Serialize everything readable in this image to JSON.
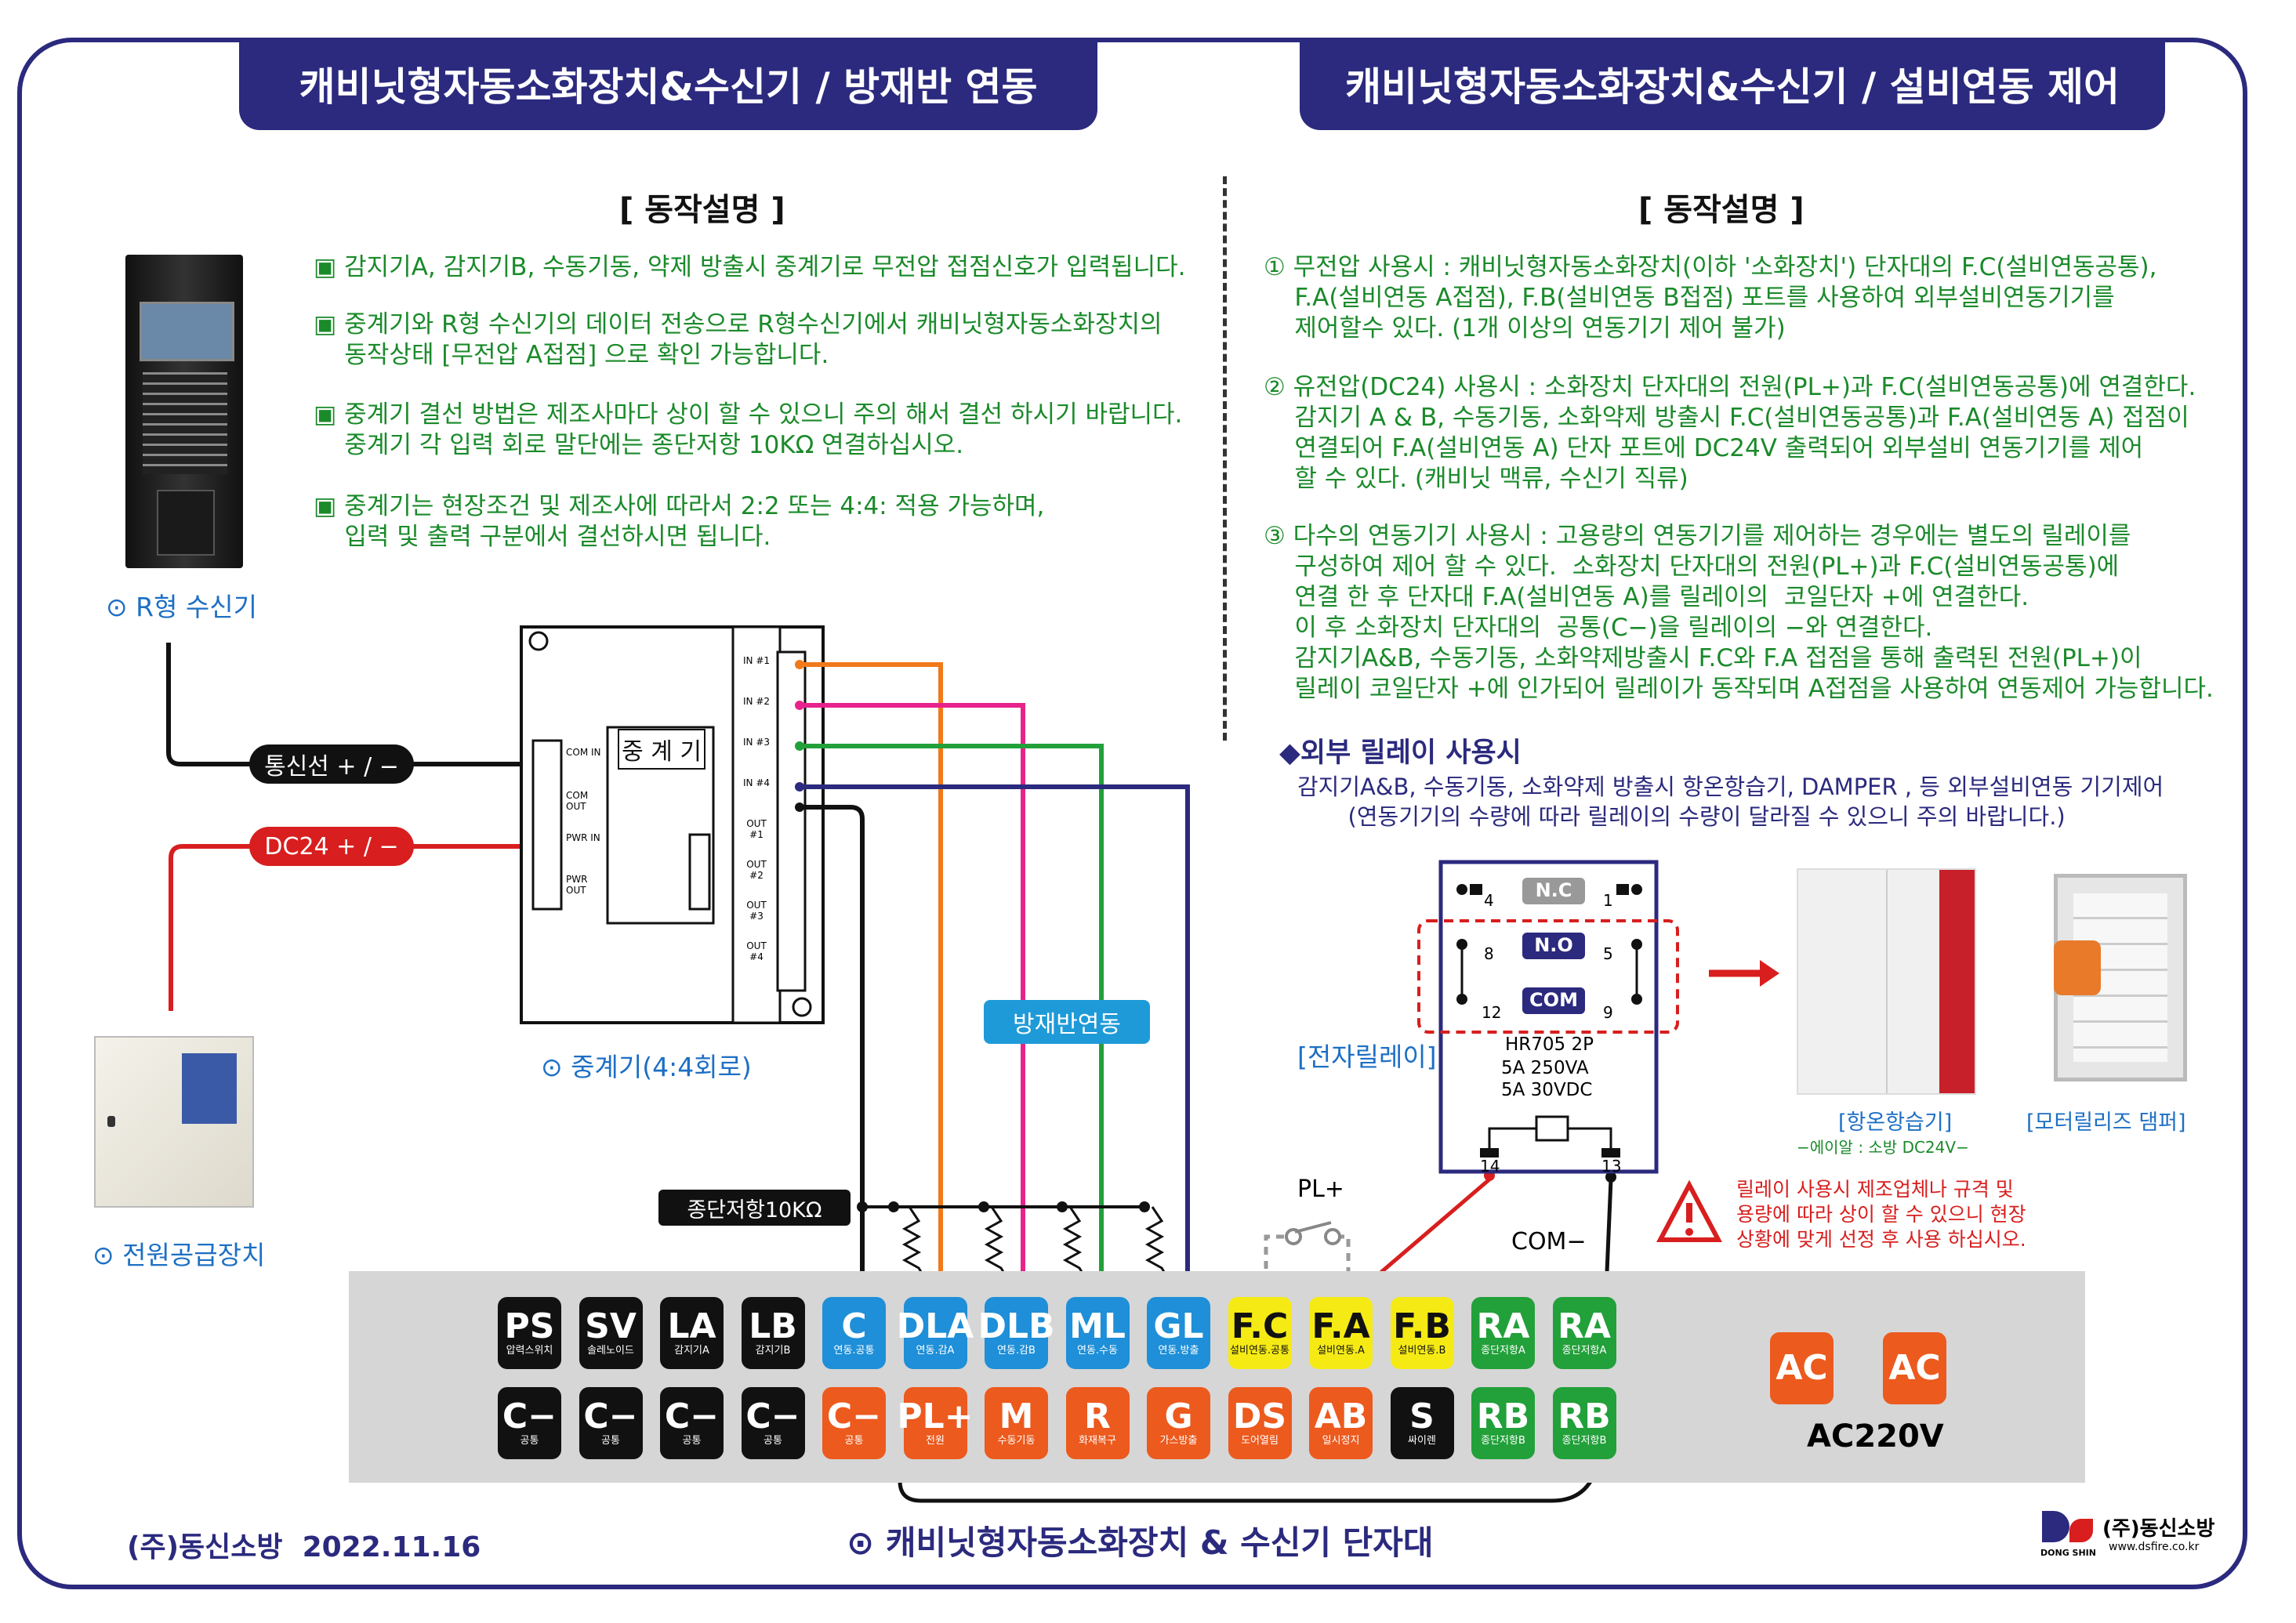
{
  "titles": {
    "left": "캐비닛형자동소화장치&수신기 / 방재반 연동",
    "right": "캐비닛형자동소화장치&수신기 / 설비연동 제어"
  },
  "left": {
    "heading": "[ 동작설명 ]",
    "notes": [
      "▣ 감지기A, 감지기B, 수동기동, 약제 방출시 중계기로 무전압 접점신호가 입력됩니다.",
      "▣ 중계기와 R형 수신기의 데이터 전송으로 R형수신기에서 캐비닛형자동소화장치의\n    동작상태 [무전압 A접점] 으로 확인 가능합니다.",
      "▣ 중계기 결선 방법은 제조사마다 상이 할 수 있으니 주의 해서 결선 하시기 바랍니다.\n    중계기 각 입력 회로 말단에는 종단저항 10KΩ 연결하십시오.",
      "▣ 중계기는 현장조건 및 제조사에 따라서 2:2 또는 4:4: 적용 가능하며,\n    입력 및 출력 구분에서 결선하시면 됩니다."
    ],
    "receiver_caption": "⊙ R형 수신기",
    "power_caption": "⊙ 전원공급장치",
    "relay_caption": "⊙ 중계기(4:4회로)",
    "comm_line": "통신선 + / −",
    "dc_line": "DC24 + / −",
    "repeater_label": "중 계 기",
    "repeater_ports_left": [
      "COM IN",
      "COM OUT",
      "PWR IN",
      "PWR OUT"
    ],
    "repeater_ports_right": [
      "IN #1",
      "IN #2",
      "IN #3",
      "IN #4",
      "OUT #1",
      "OUT #2",
      "OUT #3",
      "OUT #4"
    ],
    "panel_link": "방재반연동",
    "end_resistor": "종단저항10KΩ"
  },
  "right": {
    "heading": "[ 동작설명 ]",
    "notes": [
      "① 무전압 사용시 : 캐비닛형자동소화장치(이하 '소화장치') 단자대의 F.C(설비연동공통),\n    F.A(설비연동 A접점), F.B(설비연동 B접점) 포트를 사용하여 외부설비연동기기를\n    제어할수 있다. (1개 이상의 연동기기 제어 불가)",
      "② 유전압(DC24) 사용시 : 소화장치 단자대의 전원(PL+)과 F.C(설비연동공통)에 연결한다.\n    감지기 A & B, 수동기동, 소화약제 방출시 F.C(설비연동공통)과 F.A(설비연동 A) 접점이\n    연결되어 F.A(설비연동 A) 단자 포트에 DC24V 출력되어 외부설비 연동기기를 제어\n    할 수 있다. (캐비닛 맥류, 수신기 직류)",
      "③ 다수의 연동기기 사용시 : 고용량의 연동기기를 제어하는 경우에는 별도의 릴레이를\n    구성하여 제어 할 수 있다.  소화장치 단자대의 전원(PL+)과 F.C(설비연동공통)에\n    연결 한 후 단자대 F.A(설비연동 A)를 릴레이의  코일단자 +에 연결한다.\n    이 후 소화장치 단자대의  공통(C−)을 릴레이의 −와 연결한다.\n    감지기A&B, 수동기동, 소화약제방출시 F.C와 F.A 접점을 통해 출력된 전원(PL+)이\n    릴레이 코일단자 +에 인가되어 릴레이가 동작되며 A접점을 사용하여 연동제어 가능합니다."
    ],
    "ext_relay_title": "◆외부 릴레이 사용시",
    "ext_relay_desc": "감지기A&B, 수동기동, 소화약제 방출시 항온항습기, DAMPER , 등 외부설비연동 기기제어\n       (연동기기의 수량에 따라 릴레이의 수량이 달라질 수 있으니 주의 바랍니다.)",
    "relay_caption": "[전자릴레이]",
    "relay_contacts": {
      "nc": "N.C",
      "no": "N.O",
      "com": "COM"
    },
    "relay_pins": [
      "4",
      "1",
      "8",
      "5",
      "12",
      "9",
      "14",
      "13"
    ],
    "relay_model": "HR705 2P",
    "relay_rating1": "5A 250VA",
    "relay_rating2": "5A 30VDC",
    "pl_label": "PL+",
    "com_label": "COM−",
    "warning": "릴레이 사용시 제조업체나 규격 및\n용량에 따라 상이 할 수 있으니 현장\n상황에 맞게 선정 후 사용 하십시오.",
    "device1_caption": "[항온항습기]",
    "device1_sub": "−에이알 : 소방 DC24V−",
    "device2_caption": "[모터릴리즈 댐퍼]"
  },
  "terminal_row1": [
    {
      "key": "PS",
      "sub": "압력스위치",
      "color": "#111111"
    },
    {
      "key": "SV",
      "sub": "솔레노이드",
      "color": "#111111"
    },
    {
      "key": "LA",
      "sub": "감지기A",
      "color": "#111111"
    },
    {
      "key": "LB",
      "sub": "감지기B",
      "color": "#111111"
    },
    {
      "key": "C",
      "sub": "연동.공통",
      "color": "#1e8fd8"
    },
    {
      "key": "DLA",
      "sub": "연동.감A",
      "color": "#1e8fd8"
    },
    {
      "key": "DLB",
      "sub": "연동.감B",
      "color": "#1e8fd8"
    },
    {
      "key": "ML",
      "sub": "연동.수동",
      "color": "#1e8fd8"
    },
    {
      "key": "GL",
      "sub": "연동.방출",
      "color": "#1e8fd8"
    },
    {
      "key": "F.C",
      "sub": "설비연동.공통",
      "color": "#f5ea14"
    },
    {
      "key": "F.A",
      "sub": "설비연동.A",
      "color": "#f5ea14"
    },
    {
      "key": "F.B",
      "sub": "설비연동.B",
      "color": "#f5ea14"
    },
    {
      "key": "RA",
      "sub": "종단저항A",
      "color": "#22a03a"
    },
    {
      "key": "RA",
      "sub": "종단저항A",
      "color": "#22a03a"
    }
  ],
  "terminal_row2": [
    {
      "key": "C−",
      "sub": "공통",
      "color": "#111111"
    },
    {
      "key": "C−",
      "sub": "공통",
      "color": "#111111"
    },
    {
      "key": "C−",
      "sub": "공통",
      "color": "#111111"
    },
    {
      "key": "C−",
      "sub": "공통",
      "color": "#111111"
    },
    {
      "key": "C−",
      "sub": "공통",
      "color": "#ec5a1e"
    },
    {
      "key": "PL+",
      "sub": "전원",
      "color": "#ec5a1e"
    },
    {
      "key": "M",
      "sub": "수동기동",
      "color": "#ec5a1e"
    },
    {
      "key": "R",
      "sub": "화재복구",
      "color": "#ec5a1e"
    },
    {
      "key": "G",
      "sub": "가스방출",
      "color": "#ec5a1e"
    },
    {
      "key": "DS",
      "sub": "도어열림",
      "color": "#ec5a1e"
    },
    {
      "key": "AB",
      "sub": "일시정지",
      "color": "#ec5a1e"
    },
    {
      "key": "S",
      "sub": "싸이렌",
      "color": "#111111"
    },
    {
      "key": "RB",
      "sub": "종단저항B",
      "color": "#22a03a"
    },
    {
      "key": "RB",
      "sub": "종단저항B",
      "color": "#22a03a"
    }
  ],
  "ac": {
    "labels": [
      "AC",
      "AC"
    ],
    "voltage": "AC220V",
    "color": "#ec5a1e"
  },
  "footer": {
    "company_date": "(주)동신소방  2022.11.16",
    "board_caption": "⊙ 캐비닛형자동소화장치 & 수신기 단자대",
    "logo_small": "DONG SHIN",
    "logo_name": "(주)동신소방",
    "logo_url": "www.dsfire.co.kr"
  },
  "colors": {
    "navy": "#2b2a7e",
    "green_text": "#1a8a2a",
    "blue_caption": "#1d6fc4",
    "panel_link": "#1e9ad8",
    "wire_red": "#d81e1e",
    "wire_orange": "#f07a1a",
    "wire_pink": "#e8228c",
    "wire_green": "#22a03a",
    "wire_navy": "#2b2a7e"
  }
}
